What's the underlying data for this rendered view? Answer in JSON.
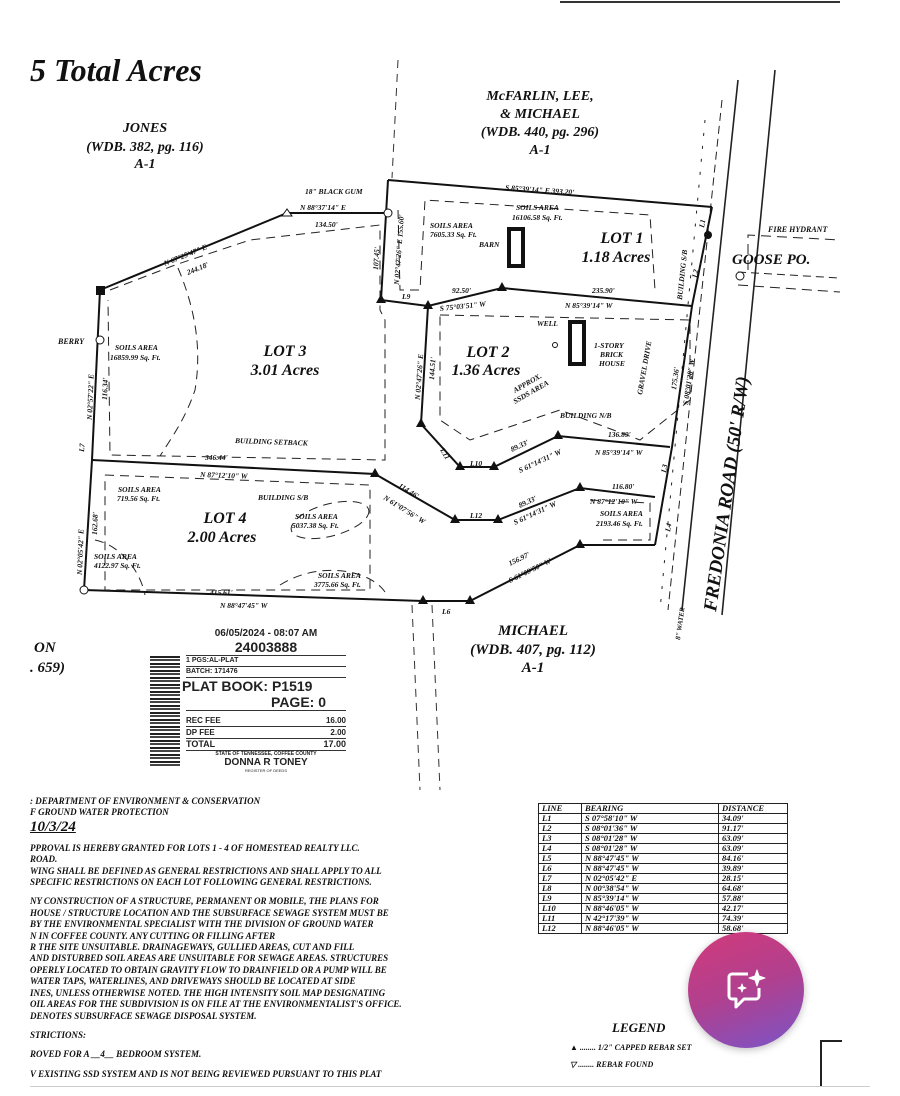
{
  "document": {
    "title": "5 Total Acres",
    "neighbors": {
      "jones": [
        "JONES",
        "(WDB. 382, pg. 116)",
        "A-1"
      ],
      "mcfarlin": [
        "McFARLIN, LEE,",
        "& MICHAEL",
        "(WDB. 440, pg. 296)",
        "A-1"
      ],
      "michael": [
        "MICHAEL",
        "(WDB. 407, pg. 112)",
        "A-1"
      ],
      "left_cut": [
        "ON",
        ". 659)"
      ],
      "berry": "BERRY"
    },
    "road": {
      "name": "FREDONIA ROAD (50' R/W)",
      "goose": "GOOSE PO.",
      "hydrant": "FIRE HYDRANT",
      "water": "8\" WATER"
    },
    "lots": [
      {
        "name": "LOT 1",
        "acres": "1.18 Acres"
      },
      {
        "name": "LOT 2",
        "acres": "1.36 Acres"
      },
      {
        "name": "LOT 3",
        "acres": "3.01 Acres"
      },
      {
        "name": "LOT 4",
        "acres": "2.00 Acres"
      }
    ],
    "labels": {
      "black_gum": "18\" BLACK GUM",
      "top_bearing": "S 85°39'14\" E  393.20'",
      "n88": "N 88°37'14\" E",
      "d134": "134.50'",
      "n67": "N 67°25'47\" E",
      "d244": "244.18'",
      "n02_47_26a": "N 02°47'26\" E  155.60'",
      "d107": "107.45'",
      "soils_lot1a": "SOILS AREA",
      "soils_lot1a_sqft": "7605.33 Sq. Ft.",
      "soils_lot1b": "SOILS AREA",
      "soils_lot1b_sqft": "16106.58 Sq. Ft.",
      "barn": "BARN",
      "building_sb": "BUILDING S/B",
      "d92": "92.50'",
      "d235": "235.90'",
      "s75": "S 75°03'51\" W",
      "n85a": "N 85°39'14\" W",
      "l9": "L9",
      "l1": "L1",
      "l2": "L2",
      "l3": "L3",
      "l4": "L4",
      "l6": "L6",
      "l7": "L7",
      "l10": "L10",
      "l11": "L11",
      "l12": "L12",
      "well": "WELL",
      "house": [
        "1-STORY",
        "BRICK",
        "HOUSE"
      ],
      "gravel": "GRAVEL DRIVE",
      "ssds": [
        "APPROX.",
        "SSDS AREA"
      ],
      "building_nb": "BUILDING N/B",
      "n02_47_26b": "N 02°47'26\" E",
      "d144": "144.51'",
      "d175": "175.36'",
      "s08_01_28": "S 08°01'28\" W",
      "d89a": "89.33'",
      "s61a": "S 61°14'31\" W",
      "d136": "136.89'",
      "n85b": "N 85°39'14\" W",
      "soils_lot3": "SOILS AREA",
      "soils_lot3_sqft": "16859.99 Sq. Ft.",
      "n02_57": "N 02°57'22\" E",
      "d116": "116.34'",
      "setback": "BUILDING SETBACK",
      "d346": "346.44'",
      "n87a": "N 87°12'10\" W",
      "d114": "114.46'",
      "n61": "N 61°07'56\" W",
      "d89b": "89.33'",
      "s61b": "S 61°14'31\" W",
      "d116b": "116.80'",
      "n87b": "N 87°12'10\" W",
      "soils_e": "SOILS AREA",
      "soils_e_sqft": "2193.46 Sq. Ft.",
      "soils_lot4a": "SOILS AREA",
      "soils_lot4a_sqft": "719.56 Sq. Ft.",
      "building_sb4": "BUILDING S/B",
      "soils_lot4b": "SOILS AREA",
      "soils_lot4b_sqft": "5037.38 Sq. Ft.",
      "soils_lot4c": "SOILS AREA",
      "soils_lot4c_sqft": "4122.97 Sq. Ft.",
      "soils_lot4d": "SOILS AREA",
      "soils_lot4d_sqft": "3775.66 Sq. Ft.",
      "n02_05": "N 02°05'42\" E",
      "d162": "162.68'",
      "d415": "415.61'",
      "n88b": "N 88°47'45\" W",
      "d156": "156.97'",
      "s61c": "S 61°09'50\" W"
    },
    "stamp": {
      "datetime": "06/05/2024 - 08:07 AM",
      "number": "24003888",
      "type": "1 PGS:AL-PLAT",
      "batch": "BATCH: 171476",
      "plat_book": "PLAT BOOK: P1519",
      "page": "PAGE: 0",
      "fees": [
        {
          "label": "REC FEE",
          "value": "16.00"
        },
        {
          "label": "DP FEE",
          "value": "2.00"
        },
        {
          "label": "TOTAL",
          "value": "17.00"
        }
      ],
      "county": "STATE OF TENNESSEE, COFFEE COUNTY",
      "register": "DONNA R TONEY",
      "register_title": "REGISTER OF DEEDS"
    },
    "notes": [
      ": DEPARTMENT OF ENVIRONMENT & CONSERVATION",
      "F GROUND WATER PROTECTION",
      "10/3/24",
      "",
      "PPROVAL IS HEREBY GRANTED FOR LOTS 1 - 4 OF HOMESTEAD REALTY LLC.",
      "ROAD.",
      "WING SHALL BE DEFINED AS GENERAL RESTRICTIONS AND SHALL APPLY TO ALL",
      "SPECIFIC RESTRICTIONS ON EACH LOT FOLLOWING GENERAL RESTRICTIONS.",
      "",
      "NY CONSTRUCTION OF A STRUCTURE,  PERMANENT OR MOBILE,  THE PLANS FOR",
      "HOUSE / STRUCTURE LOCATION AND THE SUBSURFACE SEWAGE SYSTEM MUST BE",
      "BY THE ENVIRONMENTAL SPECIALIST WITH THE DIVISION OF GROUND WATER",
      "N IN COFFEE COUNTY.  ANY CUTTING OR FILLING AFTER",
      "R THE SITE UNSUITABLE.  DRAINAGEWAYS,  GULLIED AREAS,  CUT AND FILL",
      "AND DISTURBED SOIL AREAS ARE UNSUITABLE FOR SEWAGE AREAS.  STRUCTURES",
      "OPERLY LOCATED TO OBTAIN GRAVITY FLOW TO DRAINFIELD OR A PUMP WILL BE",
      "WATER TAPS,  WATERLINES,  AND DRIVEWAYS SHOULD BE LOCATED AT SIDE",
      "INES,  UNLESS OTHERWISE NOTED.  THE HIGH INTENSITY SOIL MAP DESIGNATING",
      "OIL AREAS FOR THE SUBDIVISION IS ON FILE AT THE ENVIRONMENTALIST'S OFFICE.",
      " DENOTES SUBSURFACE SEWAGE DISPOSAL SYSTEM.",
      "",
      "STRICTIONS:",
      "",
      "ROVED FOR A  __4__  BEDROOM SYSTEM.",
      "",
      "V EXISTING SSD SYSTEM AND IS NOT BEING REVIEWED PURSUANT TO THIS PLAT"
    ],
    "line_table": {
      "headers": [
        "LINE",
        "BEARING",
        "DISTANCE"
      ],
      "rows": [
        [
          "L1",
          "S 07°58'10\" W",
          "34.09'"
        ],
        [
          "L2",
          "S 08°01'36\" W",
          "91.17'"
        ],
        [
          "L3",
          "S 08°01'28\" W",
          "63.09'"
        ],
        [
          "L4",
          "S 08°01'28\" W",
          "63.09'"
        ],
        [
          "L5",
          "N 88°47'45\" W",
          "84.16'"
        ],
        [
          "L6",
          "N 88°47'45\" W",
          "39.89'"
        ],
        [
          "L7",
          "N 02°05'42\" E",
          "28.15'"
        ],
        [
          "L8",
          "N 00°38'54\" W",
          "64.68'"
        ],
        [
          "L9",
          "N 85°39'14\" W",
          "57.88'"
        ],
        [
          "L10",
          "N 88°46'05\" W",
          "42.17'"
        ],
        [
          "L11",
          "N 42°17'39\" W",
          "74.39'"
        ],
        [
          "L12",
          "N 88°46'05\" W",
          "58.68'"
        ]
      ]
    },
    "legend": {
      "title": "LEGEND",
      "items": [
        {
          "icon": "filled-triangle-icon",
          "label": "1/2\" CAPPED REBAR SET"
        },
        {
          "icon": "hollow-triangle-icon",
          "label": "REBAR FOUND"
        }
      ]
    }
  },
  "ai_button": {
    "icon": "sparkle-chat-icon",
    "colors": [
      "#d23a7a",
      "#7a55c8"
    ]
  }
}
